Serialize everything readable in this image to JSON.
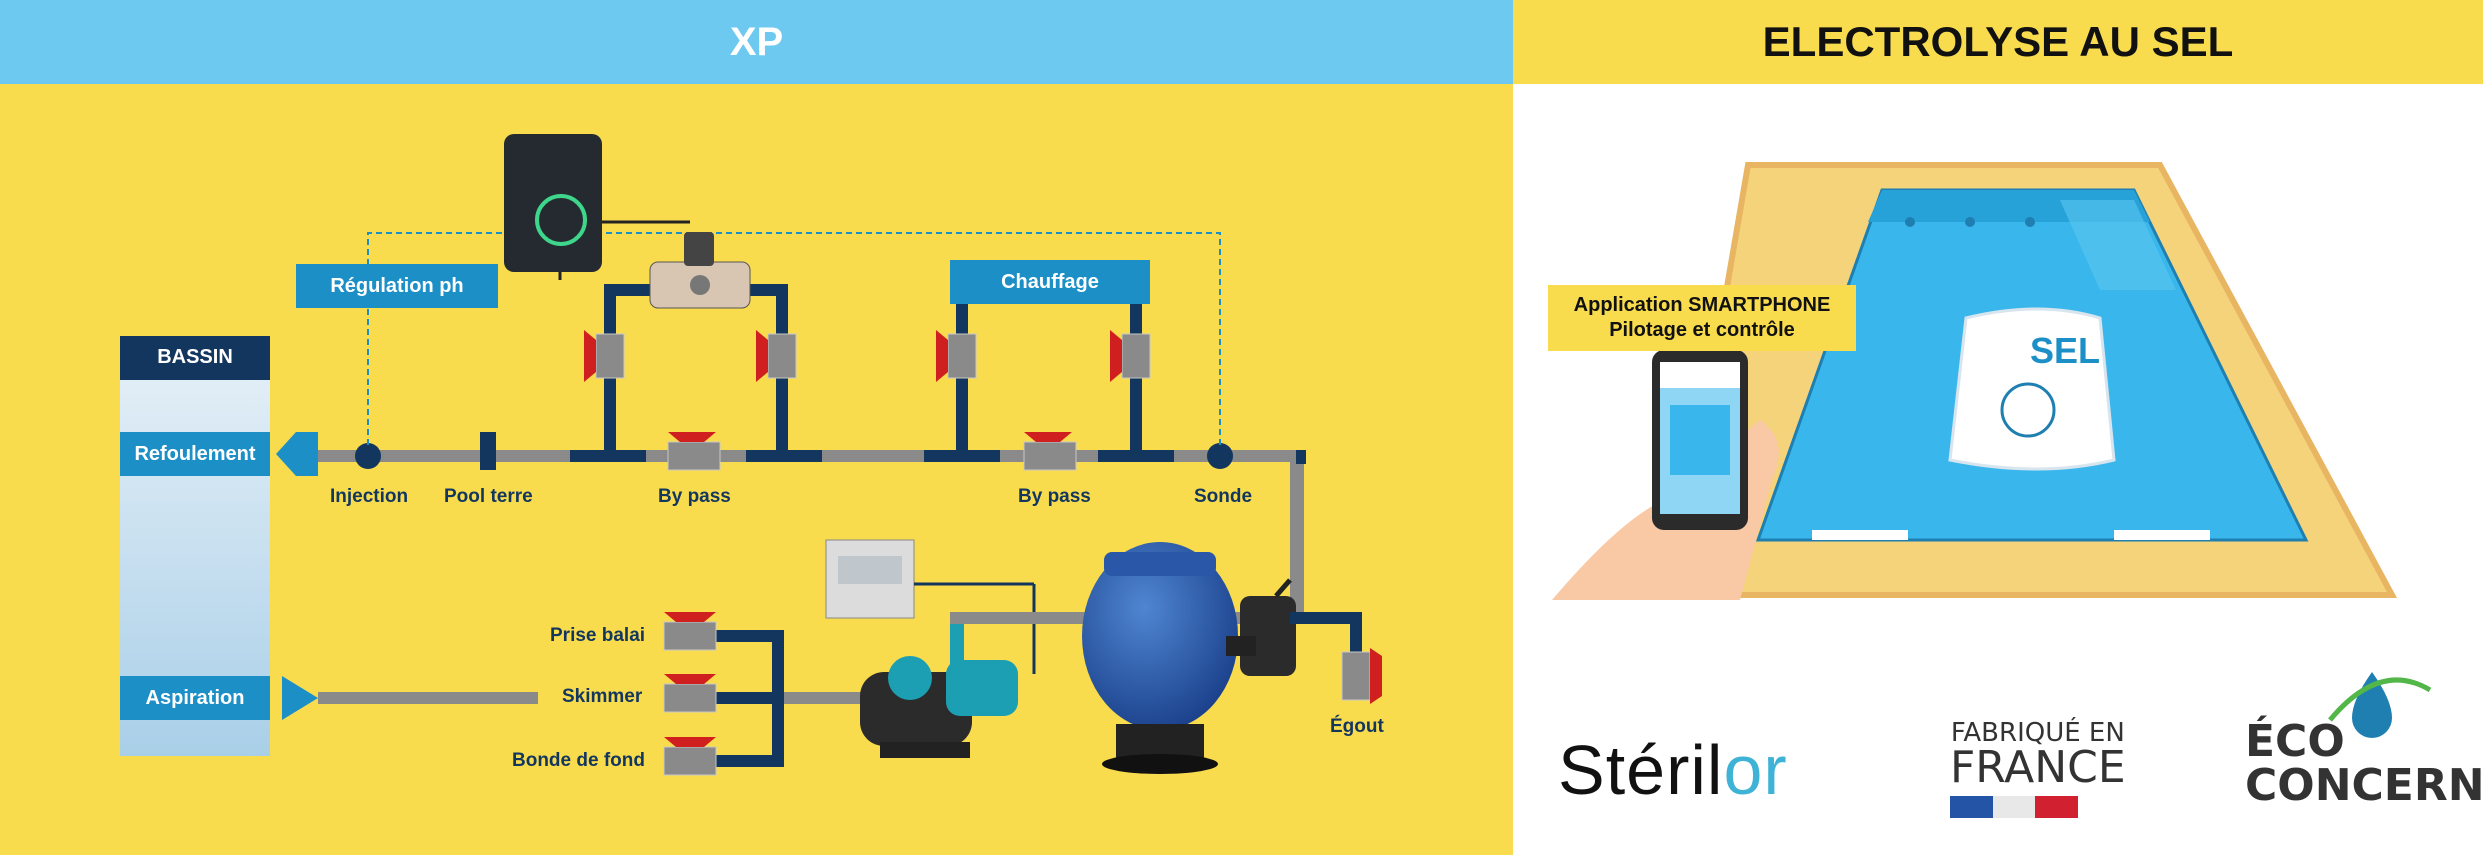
{
  "left_panel": {
    "title": "XP",
    "bassin": {
      "title": "BASSIN",
      "refoulement": "Refoulement",
      "aspiration": "Aspiration"
    },
    "boxes": {
      "regulation": "Régulation ph",
      "chauffage": "Chauffage"
    },
    "labels": {
      "injection": "Injection",
      "pool_terre": "Pool terre",
      "by_pass_1": "By pass",
      "by_pass_2": "By pass",
      "sonde": "Sonde",
      "prise_balai": "Prise balai",
      "skimmer": "Skimmer",
      "bonde": "Bonde de fond",
      "egout": "Égout"
    }
  },
  "right_panel": {
    "title": "ELECTROLYSE AU SEL",
    "app_line1": "Application SMARTPHONE",
    "app_line2": "Pilotage et contrôle",
    "bag_label": "SEL",
    "logos": {
      "sterilor_a": "Stéril",
      "sterilor_b": "or",
      "fabrique_l1": "FABRIQUÉ EN",
      "fabrique_l2": "FRANCE",
      "eco_l1": "ÉCO",
      "eco_l2": "CONCERNÉ"
    }
  },
  "colors": {
    "yellow": "#f8dc4d",
    "sky": "#6ec9f1",
    "navy": "#13365f",
    "blue_box": "#1d8fc7",
    "pipe_grey": "#8a8a8a",
    "valve_red": "#d01f1f",
    "pool_water": "#39b7ec"
  }
}
